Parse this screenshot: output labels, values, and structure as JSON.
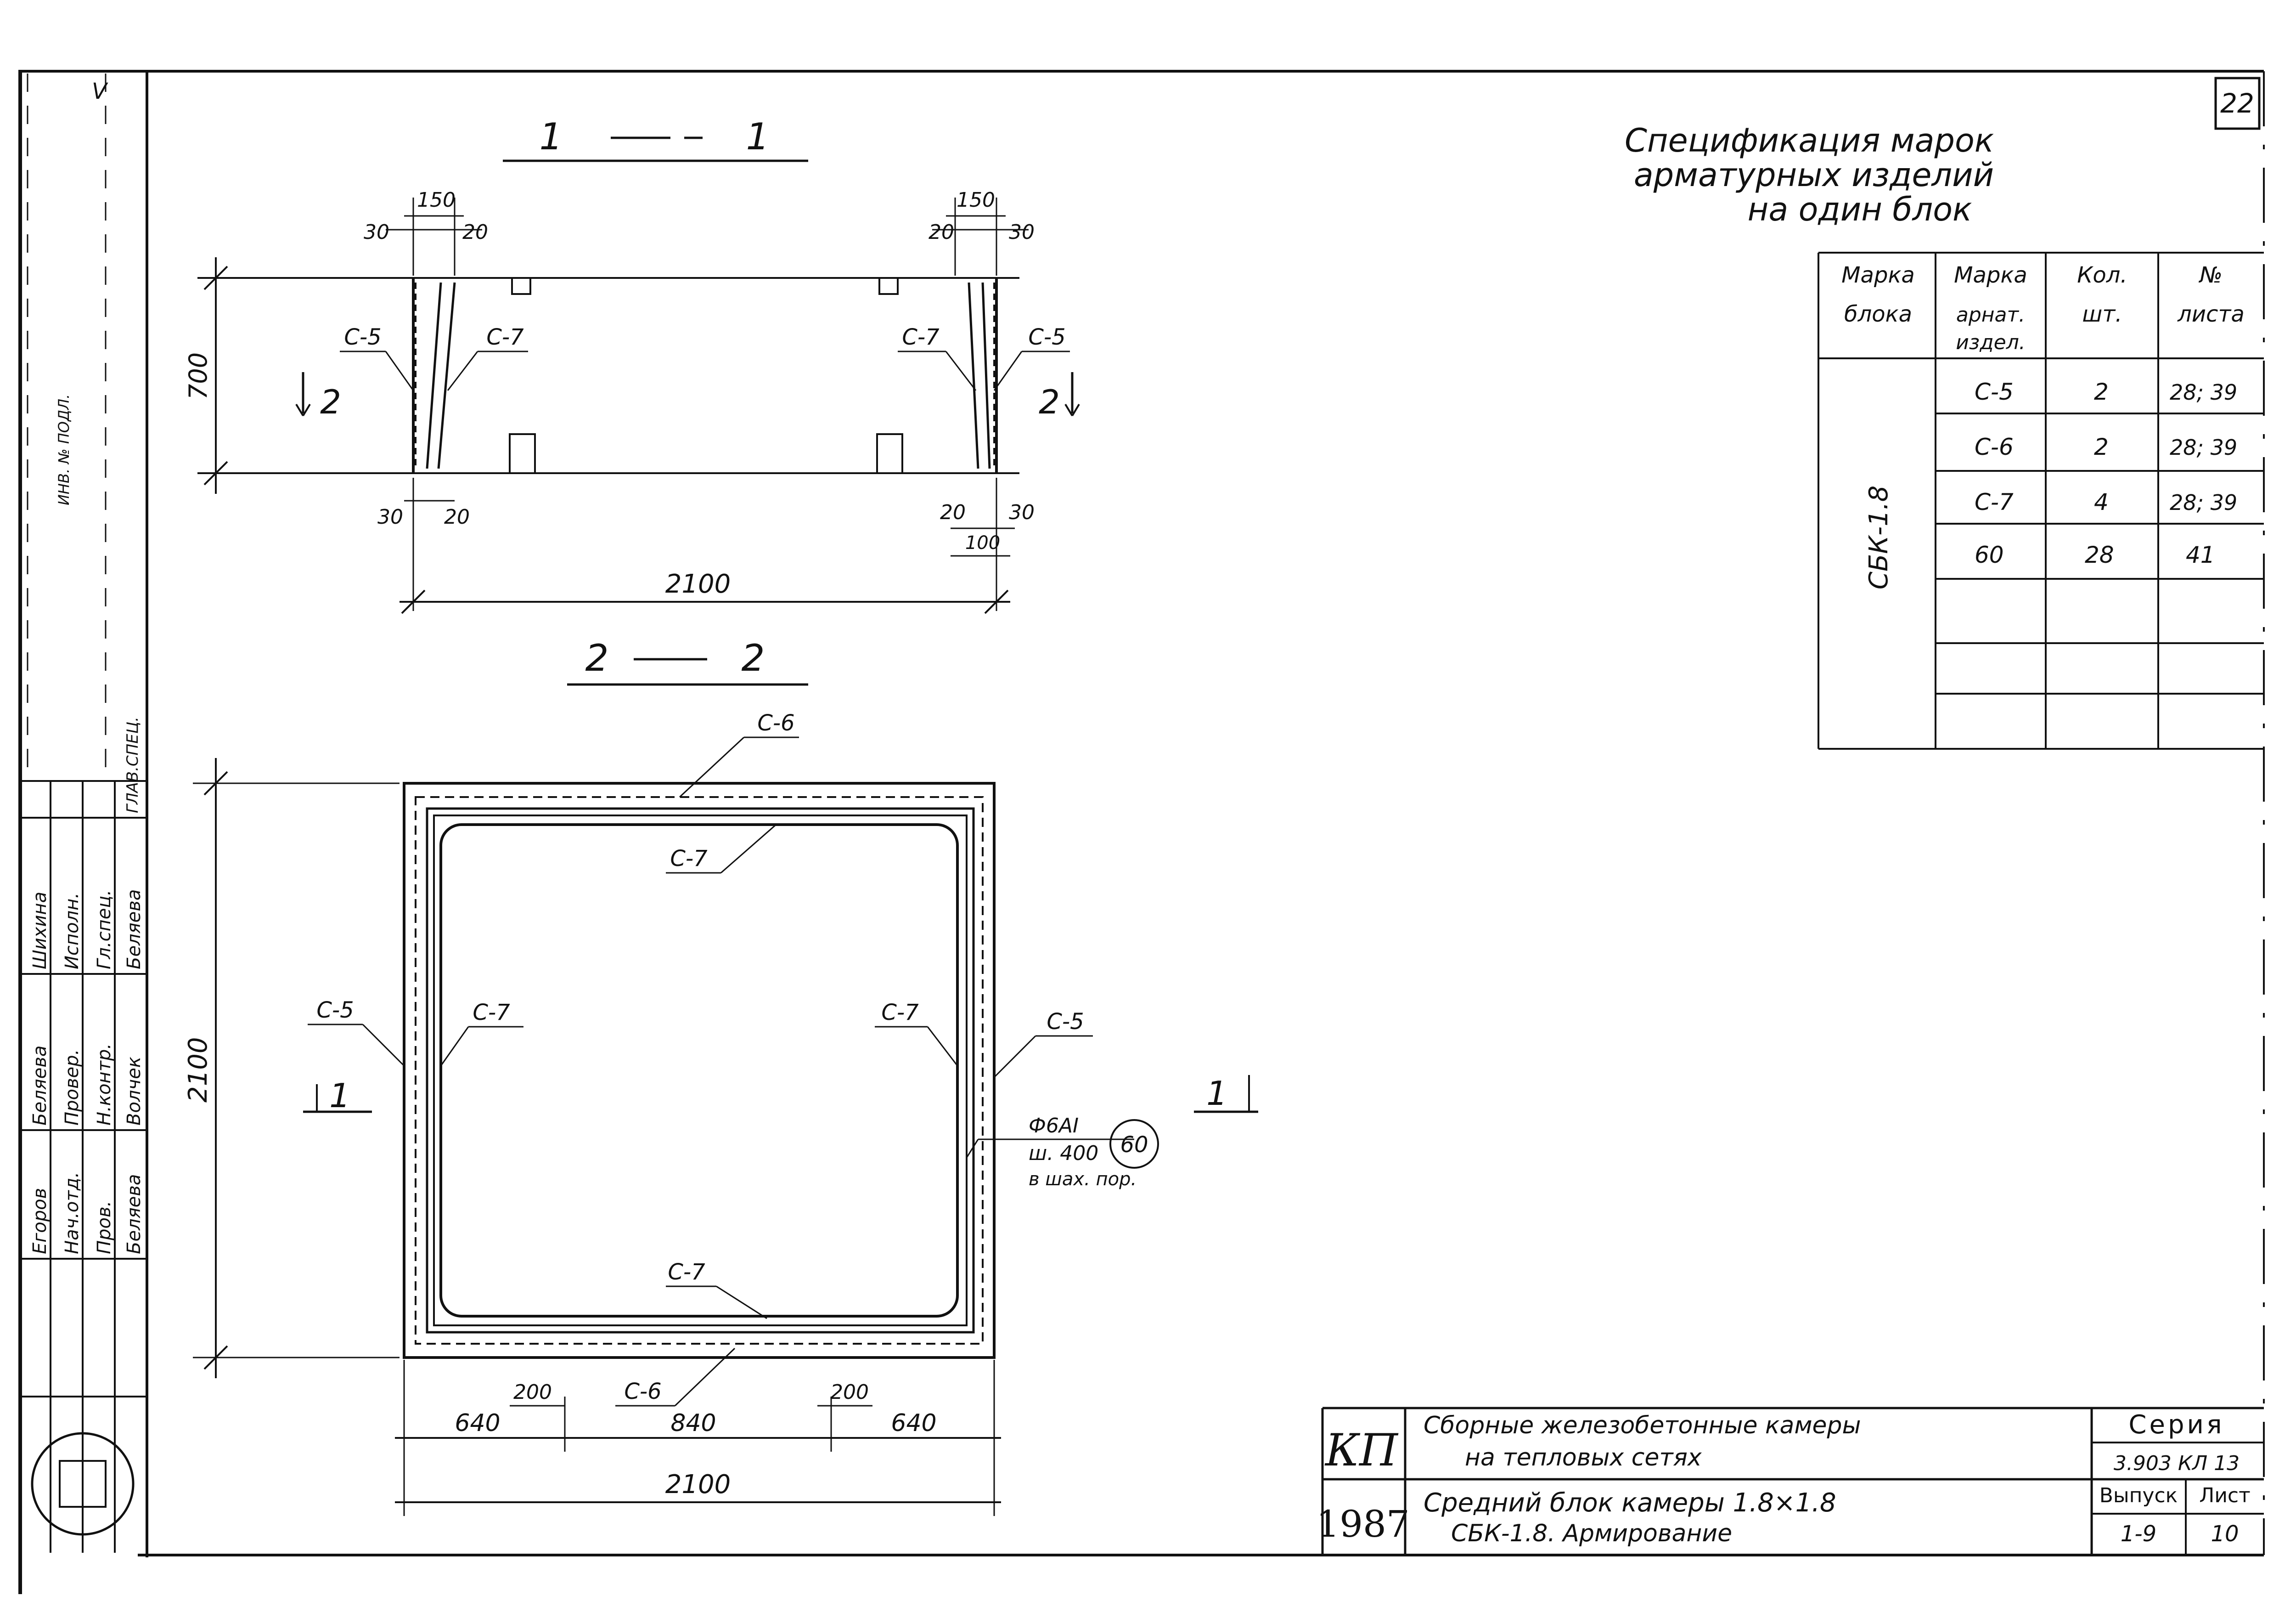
{
  "page_number": "22",
  "section_1": {
    "title_left": "1",
    "title_right": "1",
    "dim_150_left": "150",
    "dim_150_right": "150",
    "dim_30": "30",
    "dim_20": "20",
    "dim_100": "100",
    "dim_700": "700",
    "dim_2100": "2100",
    "arrow_left": "2",
    "arrow_right": "2",
    "label_c5": "С-5",
    "label_c7": "С-7"
  },
  "section_2": {
    "title_left": "2",
    "title_right": "2",
    "label_c5": "С-5",
    "label_c6": "С-6",
    "label_c7": "С-7",
    "dim_2100_height": "2100",
    "dim_2100_width": "2100",
    "dim_640": "640",
    "dim_840": "840",
    "dim_200": "200",
    "section_mark_left": "1",
    "section_mark_right": "1",
    "rebar_spec_1": "Ф6АⅠ",
    "rebar_spec_2": "ш. 400",
    "rebar_spec_3": "в шах. пор.",
    "rebar_mark": "60"
  },
  "spec_table": {
    "title_lines": [
      "Спецификация марок",
      "арматурных изделий",
      "на один блок"
    ],
    "headers": [
      [
        "Марка",
        "блока"
      ],
      [
        "Марка",
        "арнат.",
        "издел."
      ],
      [
        "Кол.",
        "шт."
      ],
      [
        "№",
        "листа"
      ]
    ],
    "block_mark": "СБК-1.8",
    "rows": [
      [
        "С-5",
        "2",
        "28; 39"
      ],
      [
        "С-6",
        "2",
        "28; 39"
      ],
      [
        "С-7",
        "4",
        "28; 39"
      ],
      [
        "60",
        "28",
        "41"
      ]
    ]
  },
  "title_block": {
    "org_mark": "КП",
    "year": "1987",
    "project_title": [
      "Сборные железобетонные камеры",
      "на тепловых сетях"
    ],
    "drawing_title": [
      "Средний блок камеры   1.8×1.8",
      "СБК-1.8.  Армирование"
    ],
    "series_label": "Серия",
    "series_value": "3.903  КЛ 13",
    "issue_label": "Выпуск",
    "issue_value": "1-9",
    "sheet_label": "Лист",
    "sheet_value": "10"
  },
  "signature_block": {
    "roles": [
      "Гл.спец.",
      "Н.контр.",
      "Пров.",
      "Исполн.",
      "Провер.",
      "Нач.отд."
    ],
    "names": [
      "Беляева",
      "Волчек",
      "Беляева",
      "Шихина",
      "Беляева",
      "Егоров"
    ],
    "top_label": "ГЛАВ.СПЕЦ."
  },
  "margin_text": {
    "archive_stamp": "ИНВ. № ПОДЛ.",
    "note": "V"
  }
}
